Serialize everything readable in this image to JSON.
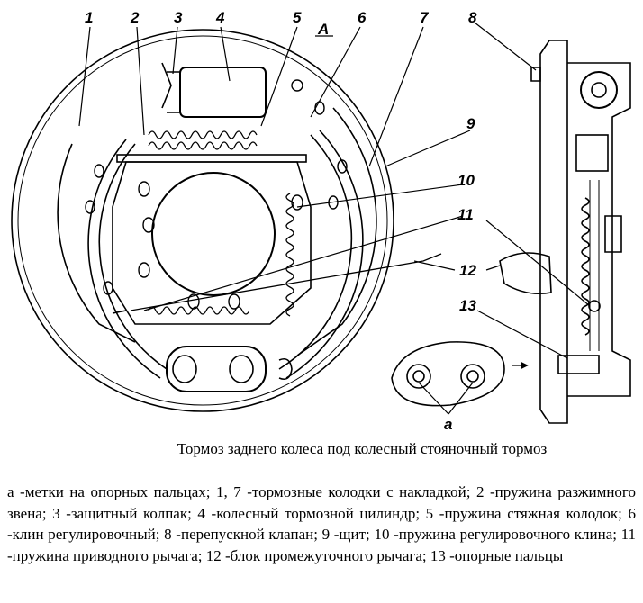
{
  "figure": {
    "labels": {
      "l1": "1",
      "l2": "2",
      "l3": "3",
      "l4": "4",
      "l5": "5",
      "l6": "6",
      "l7": "7",
      "l8": "8",
      "l9": "9",
      "l10": "10",
      "l11": "11",
      "l12": "12",
      "l13": "13",
      "lA": "А",
      "la": "а"
    },
    "caption": "Тормоз заднего колеса под колесный стояночный тормоз"
  },
  "legend": {
    "text": "а -метки на опорных пальцах; 1, 7 -тормозные колодки с накладкой; 2 -пружина разжимного звена; 3 -защитный колпак; 4 -колесный тормозной цилиндр; 5 -пружина стяжная колодок; 6 -клин регулировочный; 8 -перепускной клапан; 9 -щит; 10 -пружина регулировочного клина; 11 -пружина приводного рычага; 12 -блок промежуточного рычага; 13 -опорные пальцы"
  }
}
